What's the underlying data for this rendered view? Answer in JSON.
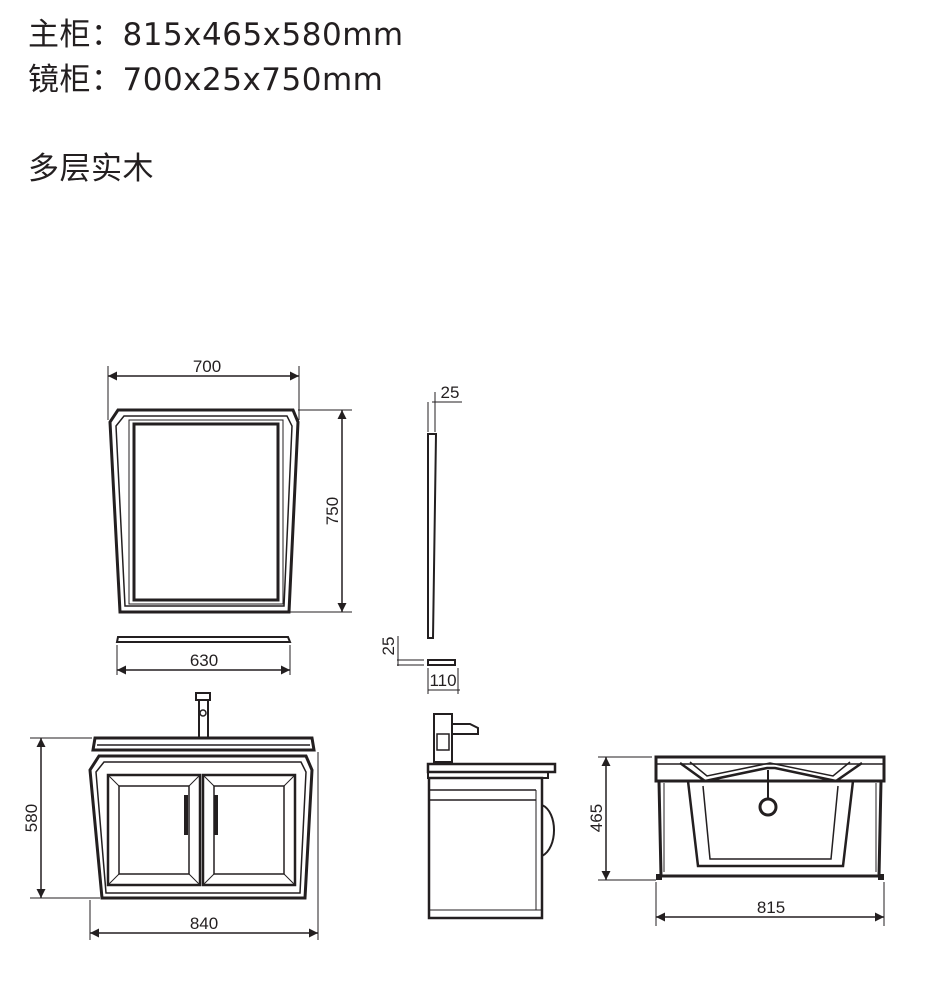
{
  "specs": {
    "main_cabinet": "主柜：815x465x580mm",
    "mirror_cabinet": "镜柜：700x25x750mm",
    "material": "多层实木"
  },
  "dimensions": {
    "mirror_width": "700",
    "mirror_height": "750",
    "mirror_shelf_width": "630",
    "mirror_thickness": "25",
    "shelf_thickness": "25",
    "shelf_depth": "110",
    "cabinet_height": "580",
    "cabinet_width": "840",
    "basin_depth": "465",
    "basin_width": "815"
  },
  "colors": {
    "line": "#231f20",
    "background": "#ffffff"
  }
}
